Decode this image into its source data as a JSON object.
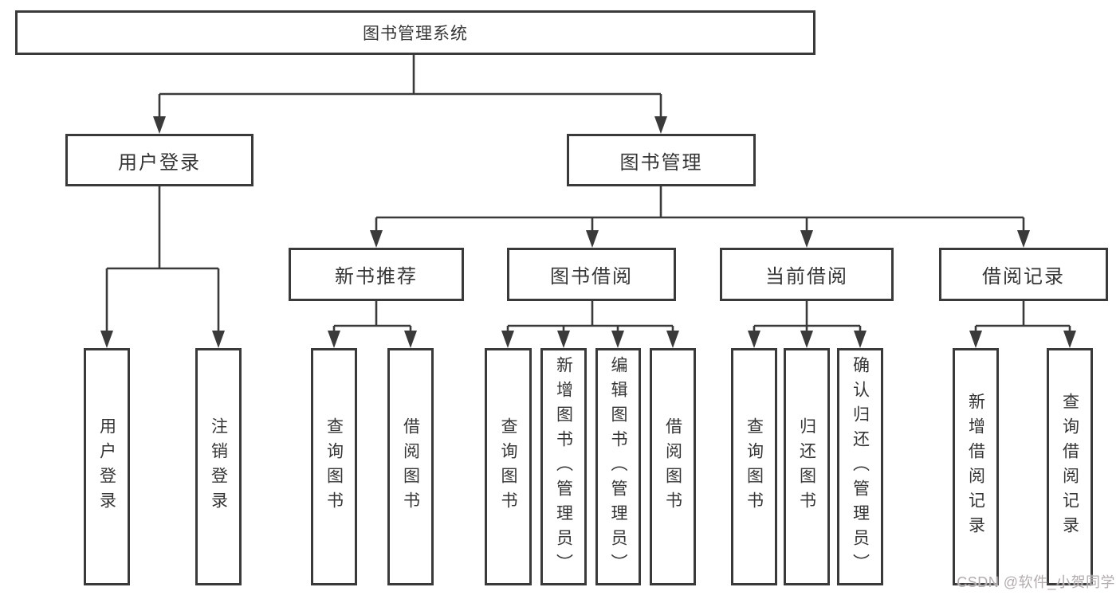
{
  "diagram": {
    "type": "hierarchy",
    "colors": {
      "line": "#3a3a3a",
      "border": "#3a3a3a",
      "text": "#353535",
      "box_background": "#ffffff",
      "watermark": "#b3acac"
    }
  },
  "tree": {
    "label": "图书管理系统",
    "children": [
      {
        "label": "用户登录",
        "children": [
          {
            "label": "用户登录"
          },
          {
            "label": "注销登录"
          }
        ]
      },
      {
        "label": "图书管理",
        "children": [
          {
            "label": "新书推荐",
            "children": [
              {
                "label": "查询图书"
              },
              {
                "label": "借阅图书"
              }
            ]
          },
          {
            "label": "图书借阅",
            "children": [
              {
                "label": "查询图书"
              },
              {
                "label": "新增图书（管理员）"
              },
              {
                "label": "编辑图书（管理员）"
              },
              {
                "label": "借阅图书"
              }
            ]
          },
          {
            "label": "当前借阅",
            "children": [
              {
                "label": "查询图书"
              },
              {
                "label": "归还图书"
              },
              {
                "label": "确认归还（管理员）"
              }
            ]
          },
          {
            "label": "借阅记录",
            "children": [
              {
                "label": "新增借阅记录"
              },
              {
                "label": "查询借阅记录"
              }
            ]
          }
        ]
      }
    ]
  },
  "watermark": {
    "text": "CSDN @软件_小贺同学"
  }
}
